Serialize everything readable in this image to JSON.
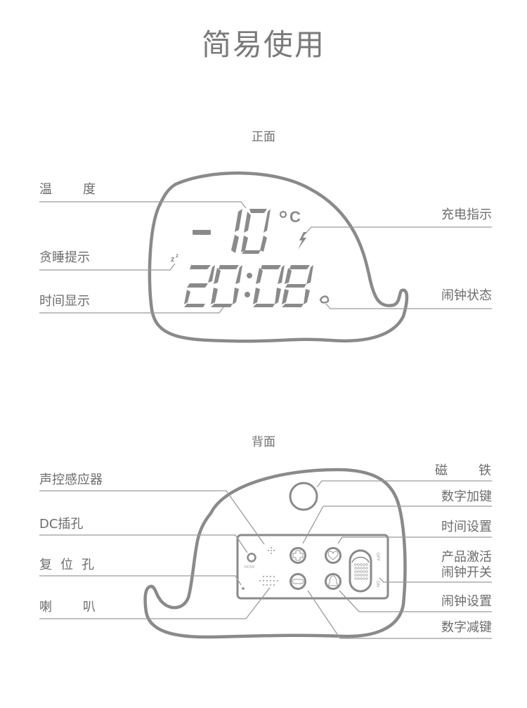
{
  "title": "简易使用",
  "front": {
    "section_title": "正面",
    "display": {
      "temperature_sign": "-",
      "temperature_value": "10",
      "temperature_unit": "°C",
      "time": "20:08",
      "sleep_icon": "zz-icon",
      "charging_icon": "lightning-icon",
      "alarm_icon": "bell-icon"
    },
    "labels": {
      "temperature": [
        "温",
        "度"
      ],
      "snooze": "贪睡提示",
      "time_display": "时间显示",
      "charging": "充电指示",
      "alarm_status": "闹钟状态"
    }
  },
  "back": {
    "section_title": "背面",
    "panel": {
      "dc_label": "DC5V",
      "switch_off": "OFF",
      "switch_on": "ON"
    },
    "labels": {
      "sound_sensor": "声控感应器",
      "dc_jack": "DC插孔",
      "reset_hole": [
        "复",
        "位",
        "孔"
      ],
      "speaker": [
        "喇",
        "叭"
      ],
      "magnet": [
        "磁",
        "铁"
      ],
      "plus_key": "数字加键",
      "time_setting": "时间设置",
      "activate_line1": "产品激活",
      "activate_line2": "闹钟开关",
      "alarm_setting": "闹钟设置",
      "minus_key": "数字减键"
    }
  },
  "colors": {
    "outline": "#8a8a8a",
    "text": "#6c6c6c",
    "leader": "#9a9a9a"
  }
}
